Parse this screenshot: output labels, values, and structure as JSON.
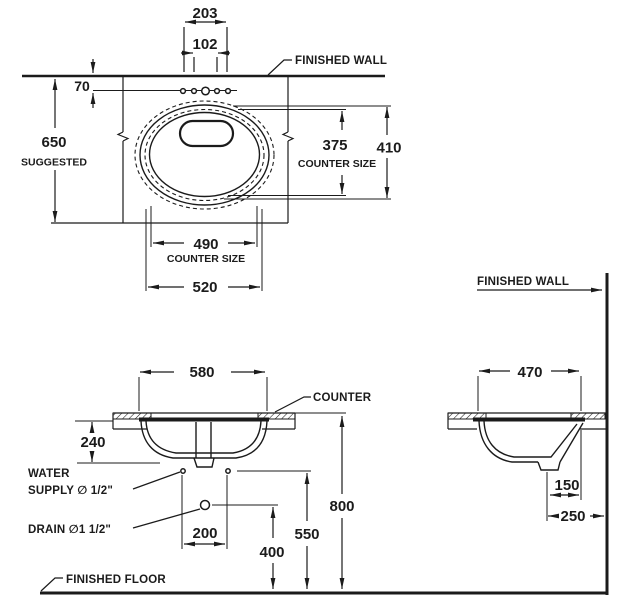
{
  "top_view": {
    "finished_wall": "FINISHED WALL",
    "d203": "203",
    "d102": "102",
    "d70": "70",
    "d650": "650",
    "suggested": "SUGGESTED",
    "d375": "375",
    "counter_size_vertical": "COUNTER SIZE",
    "d410": "410",
    "d490": "490",
    "counter_size_horizontal": "COUNTER SIZE",
    "d520": "520"
  },
  "front_view": {
    "d580": "580",
    "counter": "COUNTER",
    "d240": "240",
    "water_supply_line1": "WATER",
    "water_supply_line2": "SUPPLY ∅ 1/2\"",
    "drain": "DRAIN ∅1 1/2\"",
    "d200": "200",
    "d400": "400",
    "d550": "550",
    "d800": "800",
    "finished_floor": "FINISHED FLOOR"
  },
  "side_view": {
    "finished_wall": "FINISHED WALL",
    "d470": "470",
    "d150": "150",
    "d250": "250"
  },
  "colors": {
    "ink": "#1b1b1b",
    "background": "#ffffff"
  }
}
